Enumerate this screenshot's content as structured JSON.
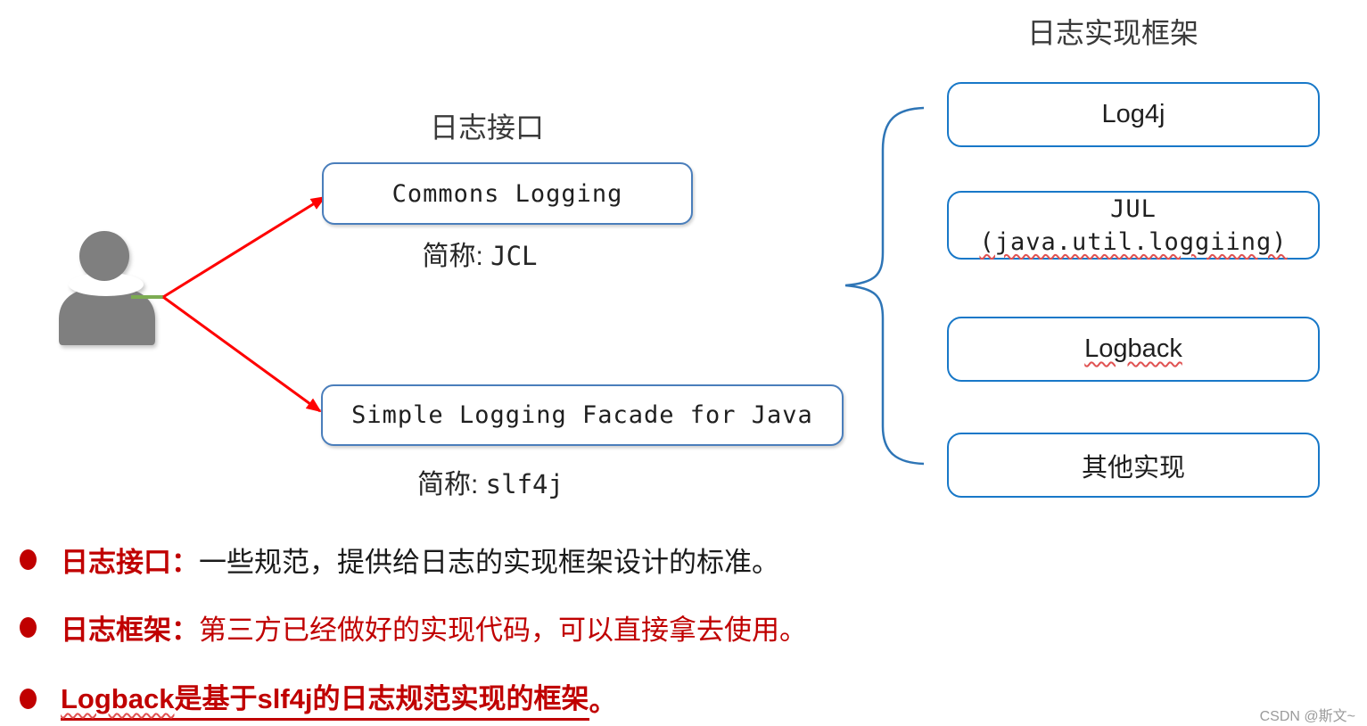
{
  "interface_section": {
    "title": "日志接口",
    "boxes": [
      {
        "label": "Commons Logging",
        "caption_prefix": "简称: ",
        "caption_value": "JCL"
      },
      {
        "label": "Simple Logging Facade for Java",
        "caption_prefix": "简称: ",
        "caption_value": "slf4j"
      }
    ]
  },
  "framework_section": {
    "title": "日志实现框架",
    "boxes": [
      {
        "label": "Log4j"
      },
      {
        "label": "JUL",
        "sublabel": "(java.util.loggiing)"
      },
      {
        "label": "Logback"
      },
      {
        "label": "其他实现"
      }
    ]
  },
  "notes": [
    {
      "label": "日志接口：",
      "text": "一些规范，提供给日志的实现框架设计的标准。"
    },
    {
      "label": "日志框架：",
      "text": "第三方已经做好的实现代码，可以直接拿去使用。"
    },
    {
      "highlight": "Logback",
      "rest": "是基于slf4j的日志规范实现的框架",
      "suffix": "。"
    }
  ],
  "watermark": "CSDN @斯文~",
  "colors": {
    "interface_box_border": "#4a7ebb",
    "framework_box_border": "#1878c8",
    "brace_blue": "#2e75b6",
    "arrow_red": "#fe0000",
    "connector_green": "#7cac52",
    "person_gray": "#7f7f7f",
    "note_red": "#c00000",
    "squiggle_red": "#e05252",
    "watermark_gray": "#9b9b9b"
  }
}
